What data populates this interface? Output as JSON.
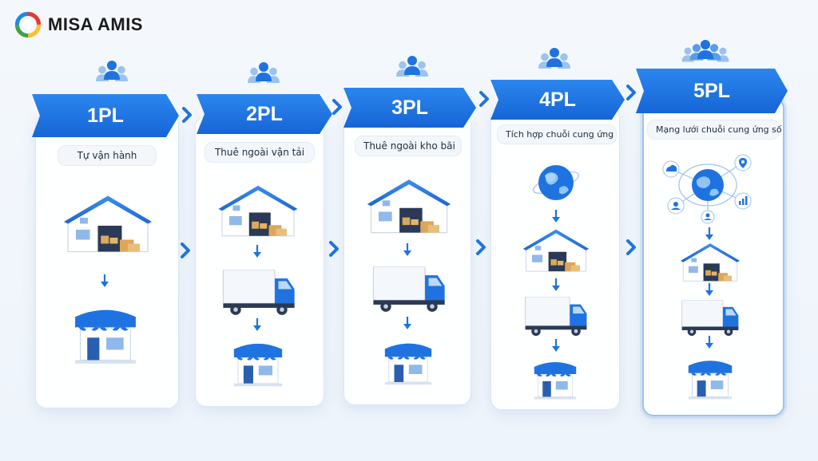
{
  "brand": {
    "name": "MISA AMIS"
  },
  "colors": {
    "primary": "#1f73e0",
    "primary_dark": "#1459b8",
    "light": "#cfe2f8"
  },
  "stages": [
    {
      "label": "1PL",
      "subtitle": "Tự vận hành"
    },
    {
      "label": "2PL",
      "subtitle": "Thuê ngoài vận tải"
    },
    {
      "label": "3PL",
      "subtitle": "Thuê ngoài kho bãi"
    },
    {
      "label": "4PL",
      "subtitle": "Tích hợp chuỗi cung ứng"
    },
    {
      "label": "5PL",
      "subtitle": "Mạng lưới chuỗi cung ứng số"
    }
  ]
}
